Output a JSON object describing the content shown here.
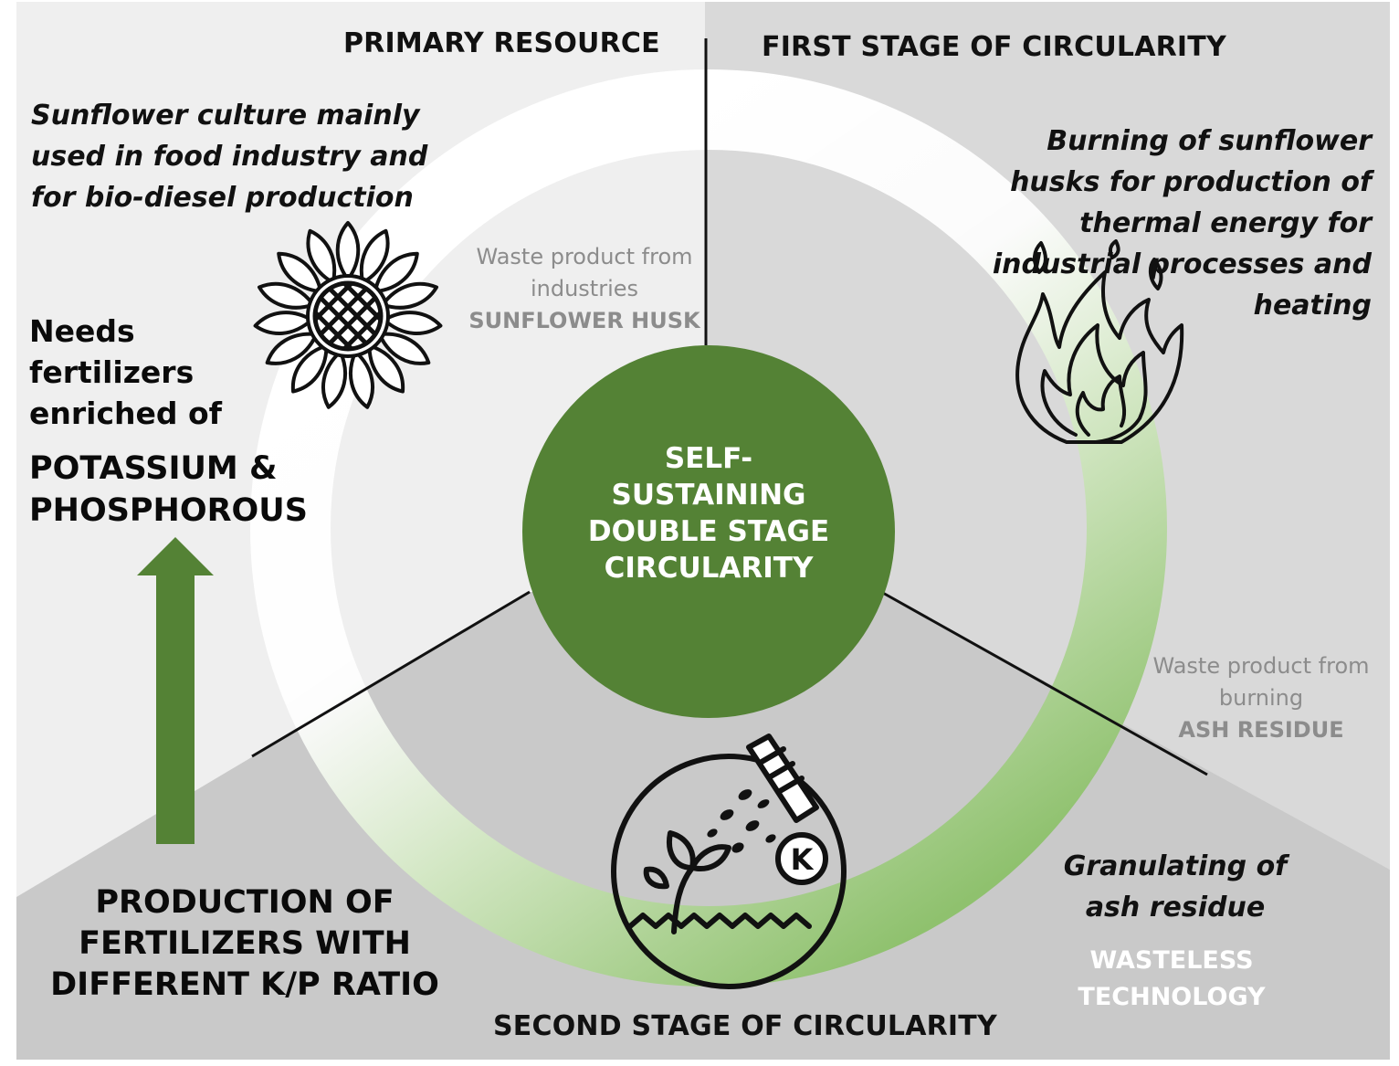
{
  "colors": {
    "panel_light": "#efefef",
    "panel_mid": "#d9d9d9",
    "panel_dark": "#c9c9c9",
    "center_green": "#548235",
    "ring_green": "#8fc16e",
    "arrow_green": "#548235"
  },
  "sections": {
    "primary_resource": "PRIMARY RESOURCE",
    "first_stage": "FIRST STAGE OF CIRCULARITY",
    "second_stage": "SECOND STAGE OF CIRCULARITY"
  },
  "primary": {
    "description": "Sunflower culture mainly used in food industry and for bio-diesel production",
    "needs": "Needs fertilizers enriched of",
    "nutrients": "POTASSIUM & PHOSPHOROUS"
  },
  "husk_note": {
    "line1": "Waste product from industries",
    "label": "SUNFLOWER HUSK"
  },
  "first": {
    "description": "Burning of sunflower husks for production of thermal energy for industrial processes and heating"
  },
  "ash_note": {
    "line1": "Waste product from burning",
    "label": "ASH RESIDUE"
  },
  "second": {
    "description": "Granulating of ash residue",
    "technology": "WASTELESS TECHNOLOGY",
    "production": "PRODUCTION OF FERTILIZERS WITH DIFFERENT K/P RATIO"
  },
  "center": {
    "title": "SELF-SUSTAINING DOUBLE STAGE CIRCULARITY"
  },
  "icons": {
    "sunflower": "sunflower-icon",
    "fire": "fire-icon",
    "fertilizer": "fertilizer-plant-icon",
    "arrow": "up-arrow-icon",
    "potassium_symbol": "K"
  }
}
